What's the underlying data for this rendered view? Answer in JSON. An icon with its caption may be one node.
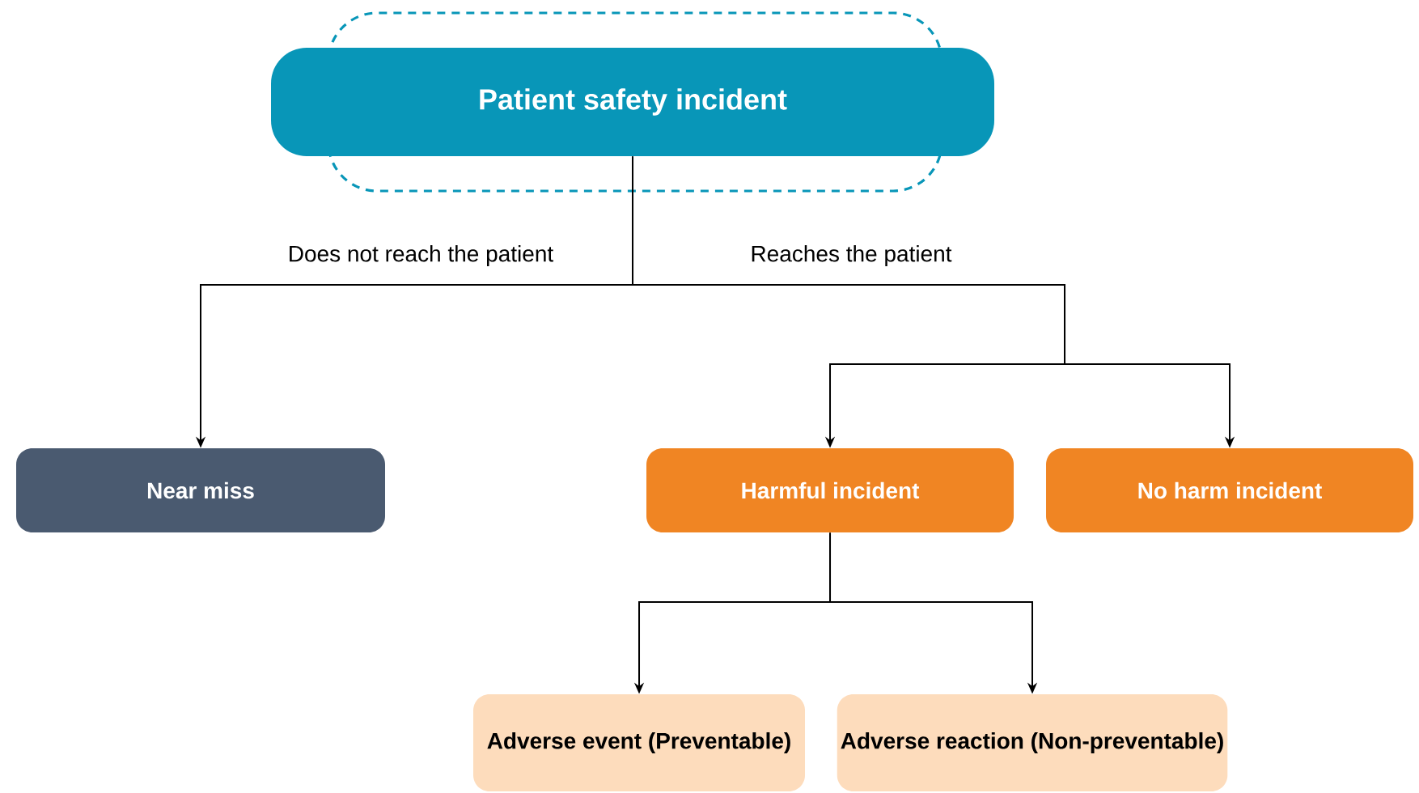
{
  "diagram": {
    "nodes": [
      {
        "text": [
          "Patient safety incident"
        ]
      },
      {
        "text": [
          "Near miss"
        ]
      },
      {
        "text": [
          "Harmful incident"
        ]
      },
      {
        "text": [
          "No harm incident"
        ]
      },
      {
        "text": [
          "Adverse event (Preventable)"
        ]
      },
      {
        "text": [
          "Adverse reaction (Non-preventable)"
        ]
      }
    ],
    "edges": [
      {
        "from": 0,
        "to": 1,
        "arrow": "to",
        "label": "Does not reach the patient"
      },
      {
        "from": 0,
        "to": 2,
        "arrow": "to",
        "label": "Reaches the patient"
      },
      {
        "from": 0,
        "to": 3,
        "arrow": "to"
      },
      {
        "from": 2,
        "to": 4,
        "arrow": "to"
      },
      {
        "from": 2,
        "to": 5,
        "arrow": "to"
      }
    ]
  }
}
